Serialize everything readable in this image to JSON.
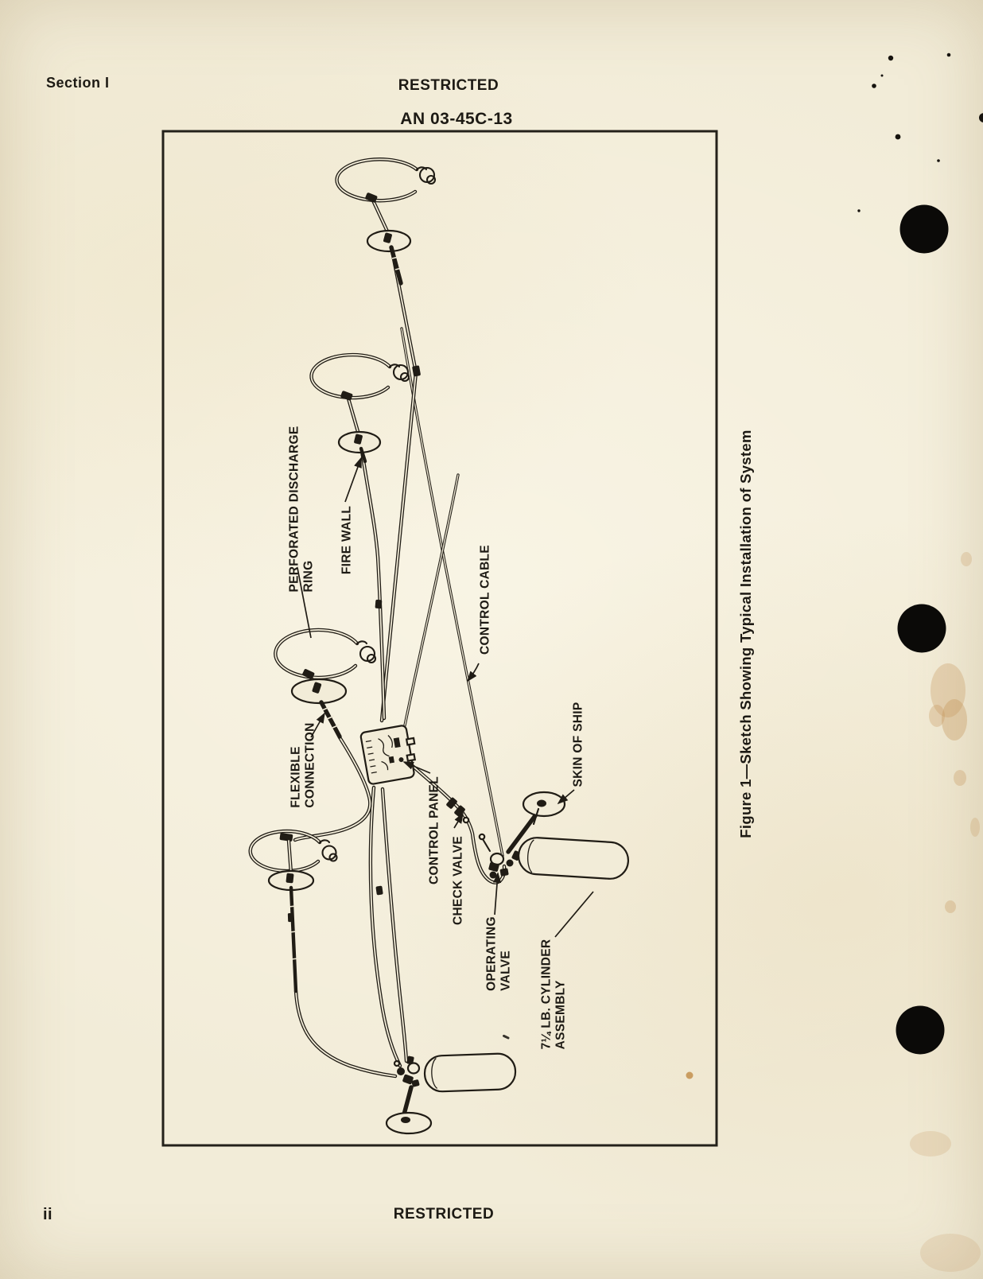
{
  "header": {
    "section_label": "Section I",
    "classification": "RESTRICTED",
    "doc_number": "AN 03-45C-13"
  },
  "footer": {
    "page_number": "ii",
    "classification": "RESTRICTED"
  },
  "figure": {
    "caption": "Figure 1—Sketch Showing Typical Installation of System",
    "labels": {
      "perforated_discharge_ring": {
        "line1": "PERFORATED DISCHARGE",
        "line2": "RING"
      },
      "fire_wall": {
        "line1": "FIRE WALL"
      },
      "flexible_connection": {
        "line1": "FLEXIBLE",
        "line2": "CONNECTION"
      },
      "control_cable": {
        "line1": "CONTROL CABLE"
      },
      "control_panel": {
        "line1": "CONTROL PANEL"
      },
      "check_valve": {
        "line1": "CHECK VALVE"
      },
      "operating_valve": {
        "line1": "OPERATING",
        "line2": "VALVE"
      },
      "skin_of_ship": {
        "line1": "SKIN OF SHIP"
      },
      "cylinder_assembly": {
        "line1": "7¼ LB. CYLINDER",
        "line2": "ASSEMBLY"
      }
    }
  },
  "colors": {
    "paper": "#f2ecd8",
    "ink": "#201c15",
    "stain": "#c49257"
  }
}
